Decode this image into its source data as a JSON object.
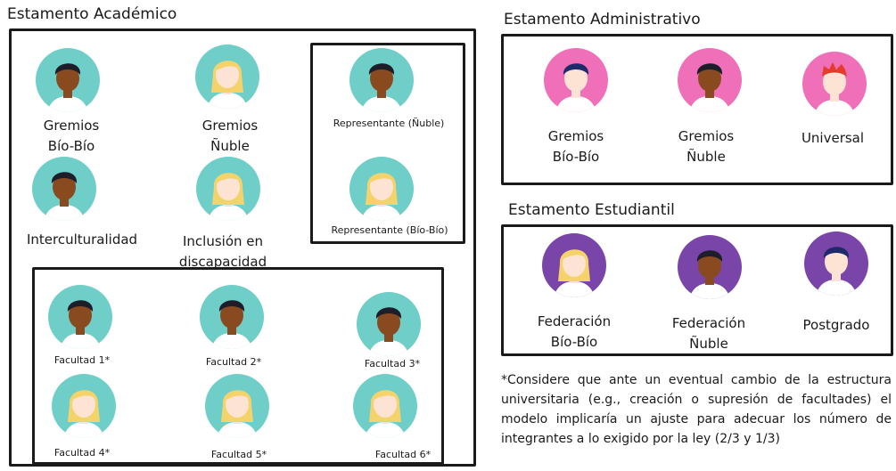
{
  "academico": {
    "title": "Estamento Académico",
    "gremios_biobio": [
      "Gremios",
      "Bío-Bío"
    ],
    "gremios_nuble": [
      "Gremios",
      "Ñuble"
    ],
    "interculturalidad": "Interculturalidad",
    "inclusion": [
      "Inclusión en",
      "discapacidad"
    ],
    "representante_nuble": "Representante (Ñuble)",
    "representante_biobio": "Representante (Bío-Bío)",
    "facultades": [
      "Facultad 1*",
      "Facultad 2*",
      "Facultad 3*",
      "Facultad 4*",
      "Facultad 5*",
      "Facultad 6*"
    ]
  },
  "administrativo": {
    "title": "Estamento Administrativo",
    "gremios_biobio": [
      "Gremios",
      "Bío-Bío"
    ],
    "gremios_nuble": [
      "Gremios",
      "Ñuble"
    ],
    "universal": "Universal"
  },
  "estudiantil": {
    "title": "Estamento Estudiantil",
    "fed_biobio": [
      "Federación",
      "Bío-Bío"
    ],
    "fed_nuble": [
      "Federación",
      "Ñuble"
    ],
    "postgrado": "Postgrado"
  },
  "note": "*Considere que ante un eventual cambio de la estructura universitaria (e.g., creación o supresión de facultades) el modelo implicaría un ajuste para adecuar los número de integrantes a lo exigido por la ley (2/3 y 1/3)",
  "colors": {
    "teal": "#6fcfc8",
    "pink": "#ef6fb8",
    "purple": "#7a45a8",
    "skin_light": "#fde3d3",
    "skin_dark": "#8a4a20",
    "hair_blonde": "#f4d36b",
    "hair_dark": "#1e1e2a",
    "hair_red": "#e63a2a",
    "hair_navy": "#1f2a6b"
  }
}
